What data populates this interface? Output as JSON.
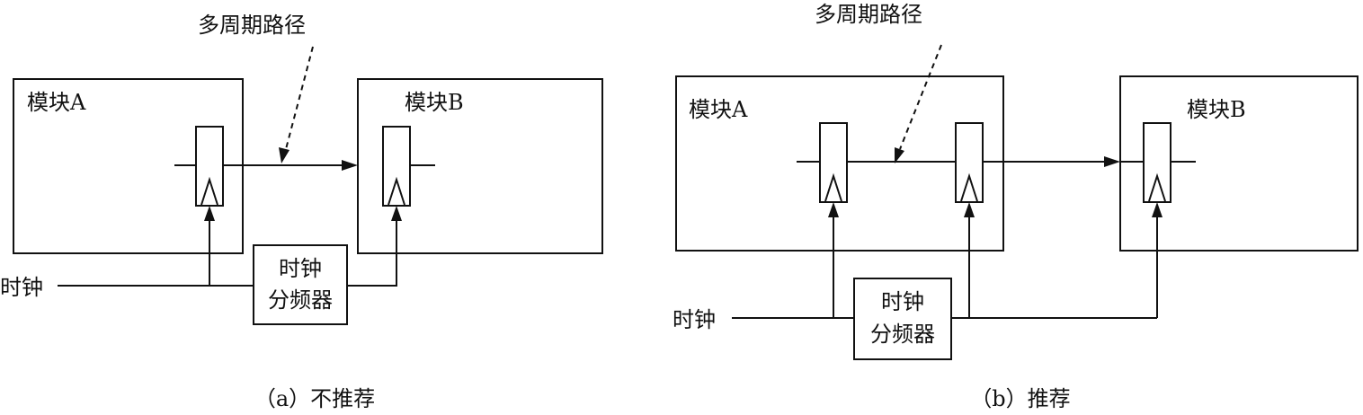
{
  "diagram_a": {
    "annotation": "多周期路径",
    "module_a": "模块A",
    "module_b": "模块B",
    "clock": "时钟",
    "divider_line1": "时钟",
    "divider_line2": "分频器",
    "caption": "（a）不推荐"
  },
  "diagram_b": {
    "annotation": "多周期路径",
    "module_a": "模块A",
    "module_b": "模块B",
    "clock": "时钟",
    "divider_line1": "时钟",
    "divider_line2": "分频器",
    "caption": "（b）推荐"
  }
}
